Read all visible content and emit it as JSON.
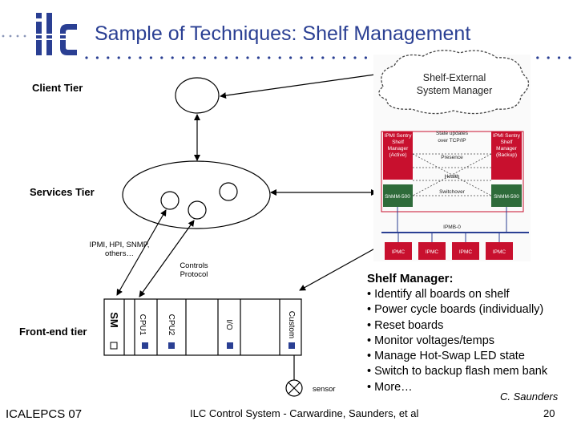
{
  "header": {
    "logo_text": "ilc",
    "title": "Sample of Techniques: Shelf Management"
  },
  "diagram": {
    "client_tier": "Client Tier",
    "services_tier": "Services Tier",
    "frontend_tier": "Front-end tier",
    "protocols_line1": "IPMI, HPI, SNMP,",
    "protocols_line2": "others…",
    "controls_line1": "Controls",
    "controls_line2": "Protocol",
    "sensor": "sensor",
    "cards": [
      "SM",
      "CPU1",
      "CPU2",
      "I/O",
      "Custom"
    ],
    "shelf_external_line1": "Shelf-External",
    "shelf_external_line2": "System Manager",
    "state_updates": "State updates",
    "over_ip": "over TCP/IP",
    "presence": "Presence",
    "health": "Health",
    "switchover": "Switchover",
    "ipmi_active": "IPMI Sentry Shelf Manager (Active)",
    "ipmi_backup": "IPMI Sentry Shelf Manager (Backup)",
    "shmm_left": "ShMM-500",
    "shmm_right": "ShMM-500",
    "ipmb": "IPMB-0",
    "ipmc": [
      "IPMC",
      "IPMC",
      "IPMC",
      "IPMC"
    ],
    "colors": {
      "red": "#c8102e",
      "green": "#2e6b3a",
      "blue": "#2a3f93"
    }
  },
  "bullets": {
    "title": "Shelf Manager:",
    "items": [
      "• Identify all boards on shelf",
      "• Power cycle boards (individually)",
      "• Reset boards",
      "• Monitor voltages/temps",
      "• Manage Hot-Swap LED state",
      "• Switch to backup flash mem bank",
      "• More…"
    ]
  },
  "credit": "C. Saunders",
  "footer": {
    "left": "ICALEPCS 07",
    "center": "ILC Control System - Carwardine, Saunders, et al",
    "page": "20"
  }
}
